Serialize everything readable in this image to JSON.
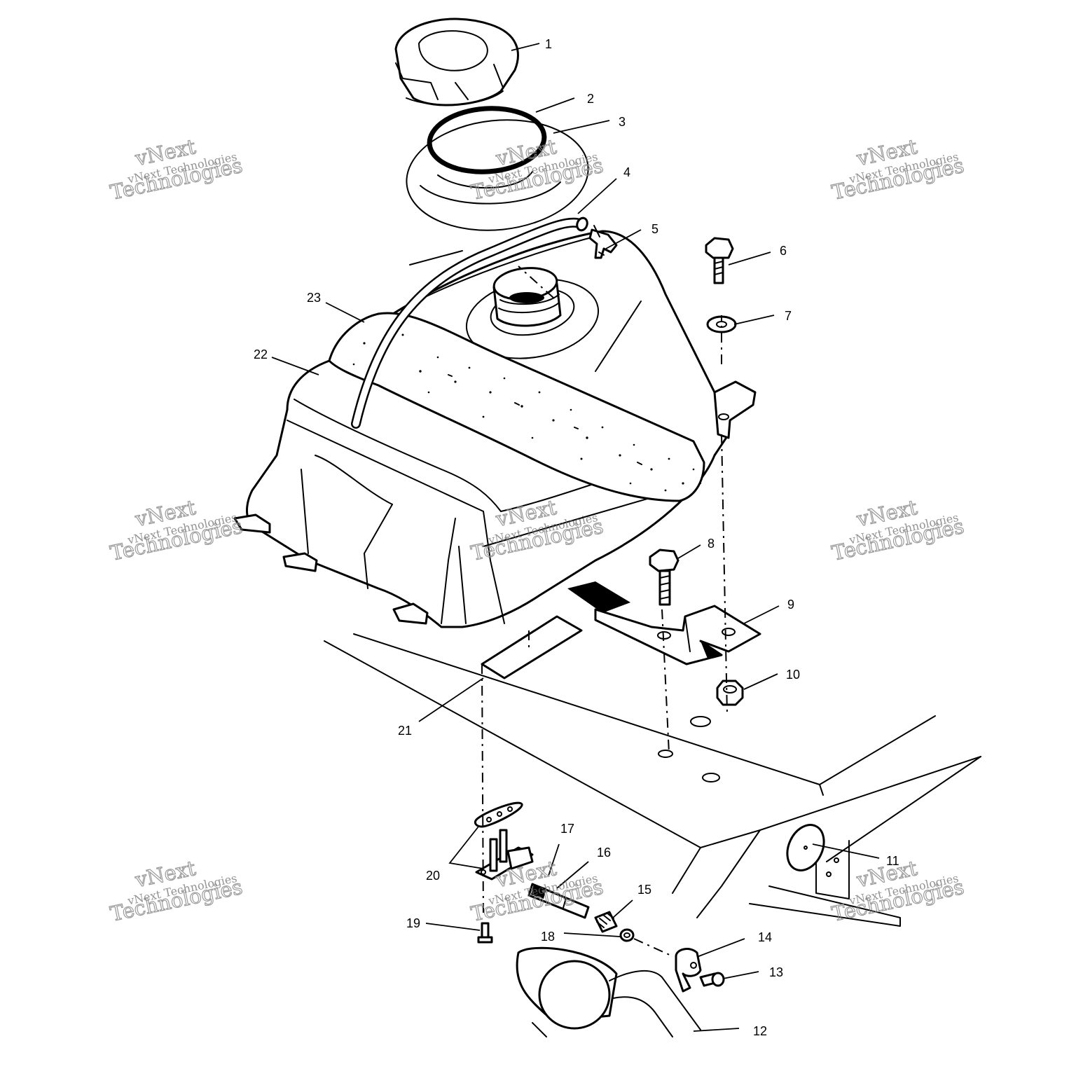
{
  "diagram": {
    "callouts": [
      "1",
      "2",
      "3",
      "4",
      "5",
      "6",
      "7",
      "8",
      "9",
      "10",
      "11",
      "12",
      "13",
      "14",
      "15",
      "16",
      "17",
      "18",
      "19",
      "20",
      "21",
      "22",
      "23"
    ]
  },
  "watermark": {
    "line1": "vNext",
    "line2": "vNext Technologies",
    "line3": "Technologies"
  },
  "colors": {
    "ink": "#000000",
    "paper": "#ffffff",
    "watermark": "#8a8a8a"
  }
}
